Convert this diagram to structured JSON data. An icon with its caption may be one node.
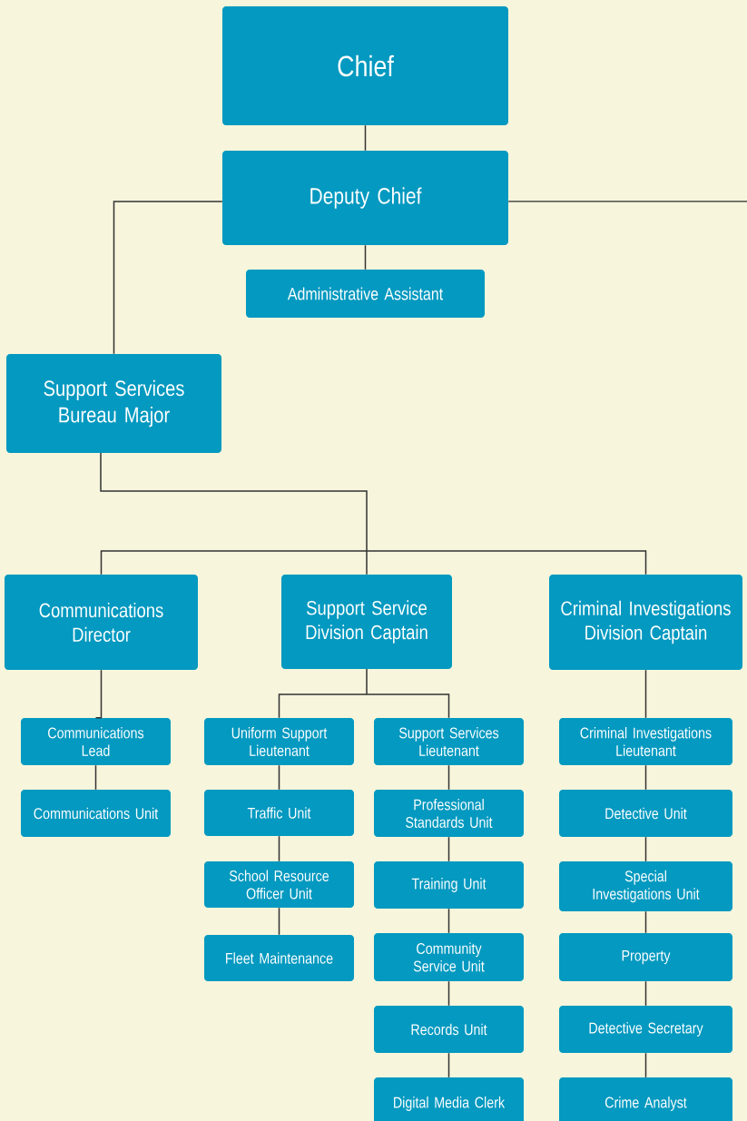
{
  "diagram": {
    "nodes": [
      {
        "text": [
          "Chief"
        ]
      },
      {
        "text": [
          "Deputy Chief"
        ]
      },
      {
        "text": [
          "Administrative Assistant"
        ]
      },
      {
        "text": [
          "Support Services Bureau Major"
        ]
      },
      {
        "text": [
          "Communications Director"
        ]
      },
      {
        "text": [
          "Support Service Division Captain"
        ]
      },
      {
        "text": [
          "Criminal Investigations Division Captain"
        ]
      },
      {
        "text": [
          "Communications Lead"
        ]
      },
      {
        "text": [
          "Communications Unit"
        ]
      },
      {
        "text": [
          "Uniform Support Lieutenant"
        ]
      },
      {
        "text": [
          "Traffic Unit"
        ]
      },
      {
        "text": [
          "School Resource Officer Unit"
        ]
      },
      {
        "text": [
          "Fleet Maintenance"
        ]
      },
      {
        "text": [
          "Support Services Lieutenant"
        ]
      },
      {
        "text": [
          "Professional Standards Unit"
        ]
      },
      {
        "text": [
          "Training Unit"
        ]
      },
      {
        "text": [
          "Community Service Unit"
        ]
      },
      {
        "text": [
          "Records Unit"
        ]
      },
      {
        "text": [
          "Digital Media Clerk"
        ]
      },
      {
        "text": [
          "Criminal Investigations Lieutenant"
        ]
      },
      {
        "text": [
          "Detective Unit"
        ]
      },
      {
        "text": [
          "Special Investigations Unit"
        ]
      },
      {
        "text": [
          "Property"
        ]
      },
      {
        "text": [
          "Detective Secretary"
        ]
      },
      {
        "text": [
          "Crime Analyst"
        ]
      }
    ],
    "edges": [
      {
        "from": 0,
        "to": 1,
        "arrow": "none"
      },
      {
        "from": 1,
        "to": 2,
        "arrow": "none"
      },
      {
        "from": 1,
        "to": 3,
        "arrow": "none"
      },
      {
        "from": 1,
        "to": null,
        "arrow": "none"
      },
      {
        "from": 3,
        "to": 4,
        "arrow": "none"
      },
      {
        "from": 3,
        "to": 5,
        "arrow": "none"
      },
      {
        "from": 3,
        "to": 6,
        "arrow": "none"
      },
      {
        "from": 4,
        "to": 7,
        "arrow": "none"
      },
      {
        "from": 7,
        "to": 8,
        "arrow": "none"
      },
      {
        "from": 5,
        "to": 9,
        "arrow": "none"
      },
      {
        "from": 5,
        "to": 13,
        "arrow": "none"
      },
      {
        "from": 9,
        "to": 10,
        "arrow": "none"
      },
      {
        "from": 10,
        "to": 11,
        "arrow": "none"
      },
      {
        "from": 11,
        "to": 12,
        "arrow": "none"
      },
      {
        "from": 13,
        "to": 14,
        "arrow": "none"
      },
      {
        "from": 14,
        "to": 15,
        "arrow": "none"
      },
      {
        "from": 15,
        "to": 16,
        "arrow": "none"
      },
      {
        "from": 16,
        "to": 17,
        "arrow": "none"
      },
      {
        "from": 17,
        "to": 18,
        "arrow": "none"
      },
      {
        "from": 6,
        "to": 19,
        "arrow": "none"
      },
      {
        "from": 19,
        "to": 20,
        "arrow": "none"
      },
      {
        "from": 20,
        "to": 21,
        "arrow": "none"
      },
      {
        "from": 21,
        "to": 22,
        "arrow": "none"
      },
      {
        "from": 22,
        "to": 23,
        "arrow": "none"
      },
      {
        "from": 23,
        "to": 24,
        "arrow": "none"
      }
    ]
  }
}
